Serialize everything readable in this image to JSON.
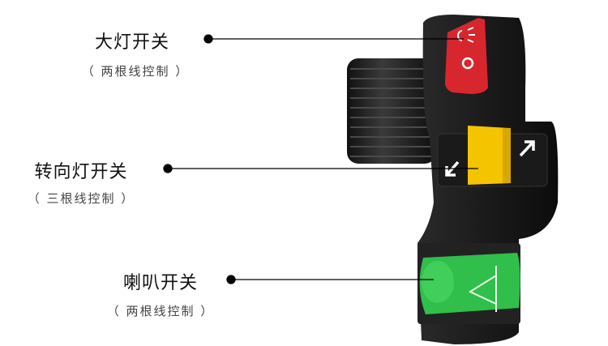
{
  "callouts": [
    {
      "title": "大灯开关",
      "note": "（ 两根线控制 ）"
    },
    {
      "title": "转向灯开关",
      "note": "（ 三根线控制 ）"
    },
    {
      "title": "喇叭开关",
      "note": "（ 两根线控制 ）"
    }
  ],
  "colors": {
    "headlight_button": "#d8262e",
    "turn_button": "#f5c400",
    "horn_button": "#2fbf4a",
    "body": "#1c1c1c"
  }
}
